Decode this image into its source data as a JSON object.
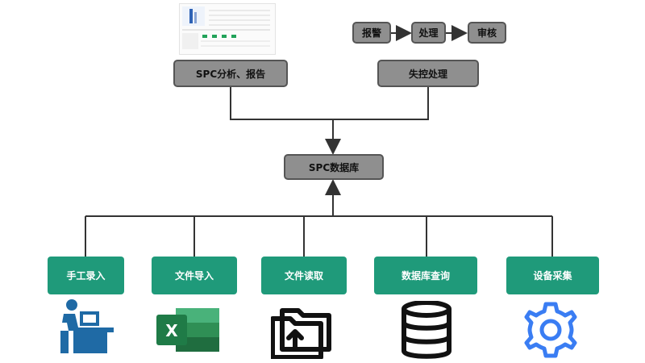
{
  "diagram": {
    "top_left_node": "SPC分析、报告",
    "top_right_node": "失控处理",
    "flow": [
      "报警",
      "处理",
      "审核"
    ],
    "center_node": "SPC数据库",
    "sources": [
      {
        "label": "手工录入",
        "icon": "person-at-computer-icon"
      },
      {
        "label": "文件导入",
        "icon": "excel-icon"
      },
      {
        "label": "文件读取",
        "icon": "folder-upload-icon"
      },
      {
        "label": "数据库查询",
        "icon": "database-icon"
      },
      {
        "label": "设备采集",
        "icon": "gear-icon"
      }
    ],
    "colors": {
      "grey_node": "#8f8f8f",
      "green_node": "#1f9a7a",
      "connector": "#333333"
    }
  }
}
